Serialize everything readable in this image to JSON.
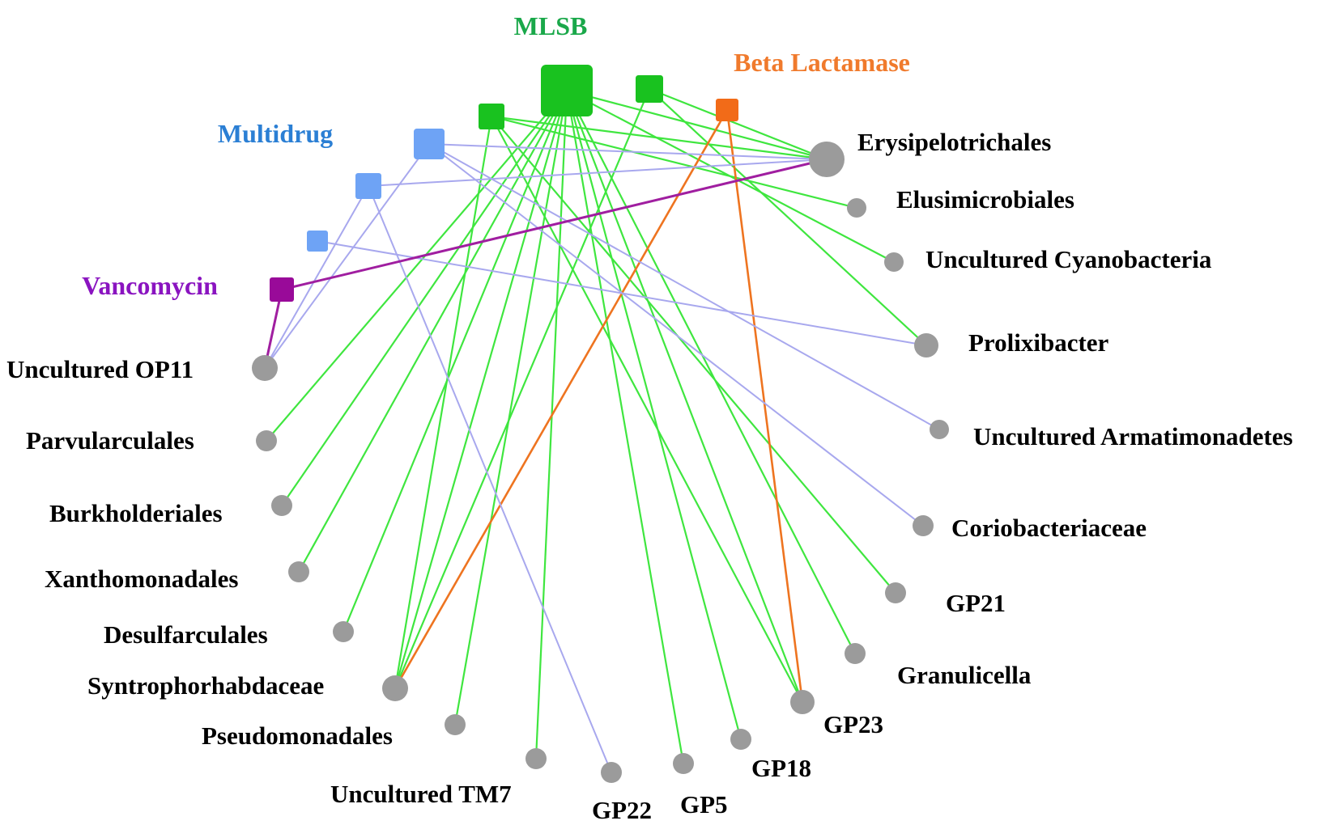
{
  "colors": {
    "MLSB": "#19c21f",
    "Beta Lactamase": "#f26b18",
    "Multidrug": "#6ea3f5",
    "Vancomycin": "#990a99",
    "mlsb_edge": "#3fe63f",
    "beta_edge": "#ee7420",
    "multidrug_edge": "#a8a8ee",
    "vancomycin_edge": "#a01ea0",
    "taxon_node": "#9b9b9b",
    "mlsb_label": "#1aa84a",
    "beta_label": "#f07a2c",
    "multidrug_label": "#2b7fd4",
    "vancomycin_label": "#8a14c0"
  },
  "groups": [
    {
      "id": "mlsb",
      "label": "MLSB"
    },
    {
      "id": "beta",
      "label": "Beta Lactamase"
    },
    {
      "id": "multidrug",
      "label": "Multidrug"
    },
    {
      "id": "vancomycin",
      "label": "Vancomycin"
    }
  ],
  "gene_nodes": [
    {
      "id": "mlsb_big",
      "group": "MLSB",
      "size": "large"
    },
    {
      "id": "mlsb_mid",
      "group": "MLSB",
      "size": "medium"
    },
    {
      "id": "mlsb_small",
      "group": "MLSB",
      "size": "small"
    },
    {
      "id": "beta1",
      "group": "Beta Lactamase",
      "size": "small"
    },
    {
      "id": "multi_big",
      "group": "Multidrug",
      "size": "medium"
    },
    {
      "id": "multi_mid",
      "group": "Multidrug",
      "size": "small"
    },
    {
      "id": "multi_small",
      "group": "Multidrug",
      "size": "small"
    },
    {
      "id": "vanco",
      "group": "Vancomycin",
      "size": "small"
    }
  ],
  "taxa": [
    {
      "id": "erysipelotrichales",
      "label": "Erysipelotrichales",
      "size": "large"
    },
    {
      "id": "elusimicrobiales",
      "label": "Elusimicrobiales",
      "size": "small"
    },
    {
      "id": "uncultured_cyanobacteria",
      "label": "Uncultured Cyanobacteria",
      "size": "small"
    },
    {
      "id": "prolixibacter",
      "label": "Prolixibacter",
      "size": "medium"
    },
    {
      "id": "uncultured_armatimonadetes",
      "label": "Uncultured Armatimonadetes",
      "size": "small"
    },
    {
      "id": "coriobacteriaceae",
      "label": "Coriobacteriaceae",
      "size": "small"
    },
    {
      "id": "gp21",
      "label": "GP21",
      "size": "small"
    },
    {
      "id": "granulicella",
      "label": "Granulicella",
      "size": "small"
    },
    {
      "id": "gp23",
      "label": "GP23",
      "size": "medium"
    },
    {
      "id": "gp18",
      "label": "GP18",
      "size": "small"
    },
    {
      "id": "gp5",
      "label": "GP5",
      "size": "small"
    },
    {
      "id": "gp22",
      "label": "GP22",
      "size": "small"
    },
    {
      "id": "uncultured_tm7",
      "label": "Uncultured TM7",
      "size": "small"
    },
    {
      "id": "pseudomonadales",
      "label": "Pseudomonadales",
      "size": "small"
    },
    {
      "id": "syntrophorhabdaceae",
      "label": "Syntrophorhabdaceae",
      "size": "medium"
    },
    {
      "id": "desulfarculales",
      "label": "Desulfarculales",
      "size": "small"
    },
    {
      "id": "xanthomonadales",
      "label": "Xanthomonadales",
      "size": "small"
    },
    {
      "id": "burkholderiales",
      "label": "Burkholderiales",
      "size": "small"
    },
    {
      "id": "parvularculales",
      "label": "Parvularculales",
      "size": "small"
    },
    {
      "id": "uncultured_op11",
      "label": "Uncultured OP11",
      "size": "medium"
    }
  ],
  "edges": [
    {
      "from": "mlsb_big",
      "to": "erysipelotrichales",
      "type": "MLSB"
    },
    {
      "from": "mlsb_big",
      "to": "uncultured_cyanobacteria",
      "type": "MLSB"
    },
    {
      "from": "mlsb_big",
      "to": "parvularculales",
      "type": "MLSB"
    },
    {
      "from": "mlsb_big",
      "to": "burkholderiales",
      "type": "MLSB"
    },
    {
      "from": "mlsb_big",
      "to": "xanthomonadales",
      "type": "MLSB"
    },
    {
      "from": "mlsb_big",
      "to": "desulfarculales",
      "type": "MLSB"
    },
    {
      "from": "mlsb_big",
      "to": "syntrophorhabdaceae",
      "type": "MLSB"
    },
    {
      "from": "mlsb_big",
      "to": "pseudomonadales",
      "type": "MLSB"
    },
    {
      "from": "mlsb_big",
      "to": "uncultured_tm7",
      "type": "MLSB"
    },
    {
      "from": "mlsb_big",
      "to": "gp5",
      "type": "MLSB"
    },
    {
      "from": "mlsb_big",
      "to": "gp18",
      "type": "MLSB"
    },
    {
      "from": "mlsb_big",
      "to": "gp23",
      "type": "MLSB"
    },
    {
      "from": "mlsb_big",
      "to": "granulicella",
      "type": "MLSB"
    },
    {
      "from": "mlsb_mid",
      "to": "erysipelotrichales",
      "type": "MLSB"
    },
    {
      "from": "mlsb_mid",
      "to": "prolixibacter",
      "type": "MLSB"
    },
    {
      "from": "mlsb_mid",
      "to": "syntrophorhabdaceae",
      "type": "MLSB"
    },
    {
      "from": "mlsb_small",
      "to": "erysipelotrichales",
      "type": "MLSB"
    },
    {
      "from": "mlsb_small",
      "to": "syntrophorhabdaceae",
      "type": "MLSB"
    },
    {
      "from": "mlsb_small",
      "to": "gp23",
      "type": "MLSB"
    },
    {
      "from": "mlsb_small",
      "to": "elusimicrobiales",
      "type": "MLSB"
    },
    {
      "from": "mlsb_small",
      "to": "gp21",
      "type": "MLSB"
    },
    {
      "from": "beta1",
      "to": "syntrophorhabdaceae",
      "type": "Beta Lactamase"
    },
    {
      "from": "beta1",
      "to": "gp23",
      "type": "Beta Lactamase"
    },
    {
      "from": "multi_big",
      "to": "erysipelotrichales",
      "type": "Multidrug"
    },
    {
      "from": "multi_big",
      "to": "uncultured_armatimonadetes",
      "type": "Multidrug"
    },
    {
      "from": "multi_big",
      "to": "coriobacteriaceae",
      "type": "Multidrug"
    },
    {
      "from": "multi_big",
      "to": "uncultured_op11",
      "type": "Multidrug"
    },
    {
      "from": "multi_mid",
      "to": "erysipelotrichales",
      "type": "Multidrug"
    },
    {
      "from": "multi_mid",
      "to": "gp22",
      "type": "Multidrug"
    },
    {
      "from": "multi_mid",
      "to": "uncultured_op11",
      "type": "Multidrug"
    },
    {
      "from": "multi_small",
      "to": "prolixibacter",
      "type": "Multidrug"
    },
    {
      "from": "vanco",
      "to": "erysipelotrichales",
      "type": "Vancomycin"
    },
    {
      "from": "vanco",
      "to": "uncultured_op11",
      "type": "Vancomycin"
    }
  ]
}
